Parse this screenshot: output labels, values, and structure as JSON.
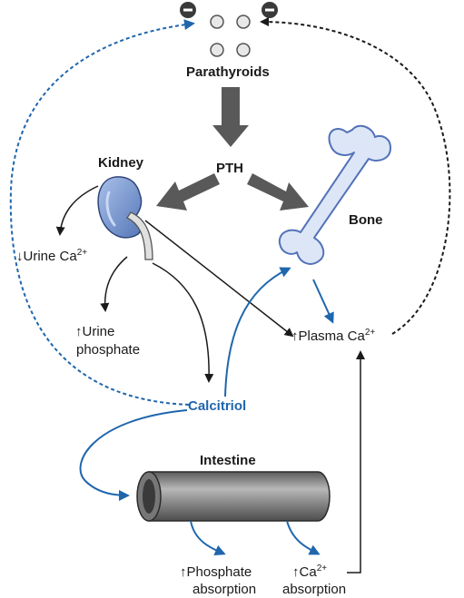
{
  "labels": {
    "parathyroids": "Parathyroids",
    "pth": "PTH",
    "kidney": "Kidney",
    "bone": "Bone",
    "urine_ca": "Urine Ca",
    "urine_ca_charge": "2+",
    "urine_phosphate_line1": "Urine",
    "urine_phosphate_line2": "phosphate",
    "plasma_ca": "Plasma Ca",
    "plasma_ca_charge": "2+",
    "calcitriol": "Calcitriol",
    "intestine": "Intestine",
    "phosphate_absorption_line1": "Phosphate",
    "phosphate_absorption_line2": "absorption",
    "ca_absorption_line1": "Ca",
    "ca_absorption_charge": "2+",
    "ca_absorption_line2": "absorption",
    "up_arrow": "↑",
    "down_arrow": "↓"
  },
  "colors": {
    "blue": "#1f66ad",
    "dark_arrow": "#555555",
    "kidney_fill": "#7e9fd6",
    "bone_fill": "#dde6f7",
    "intestine_fill": "#8a8a8a"
  }
}
